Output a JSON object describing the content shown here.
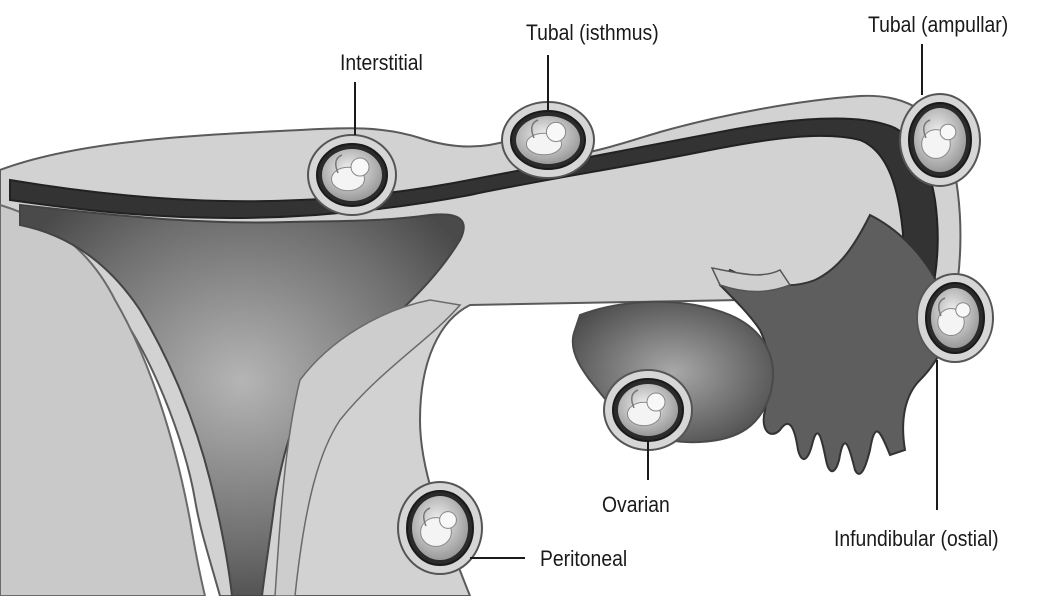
{
  "labels": {
    "interstitial": "Interstitial",
    "tubal_isthmus": "Tubal (isthmus)",
    "tubal_ampullar": "Tubal (ampullar)",
    "ovarian": "Ovarian",
    "infundibular": "Infundibular (ostial)",
    "peritoneal": "Peritoneal"
  },
  "colors": {
    "tissue_outer": "#cfcfcf",
    "tissue_outline": "#6a6a6a",
    "lumen_dark": "#3a3a3a",
    "lumen_mid": "#7a7a7a",
    "sac_fill": "#dcdcdc",
    "sac_ring": "#2e2e2e"
  }
}
